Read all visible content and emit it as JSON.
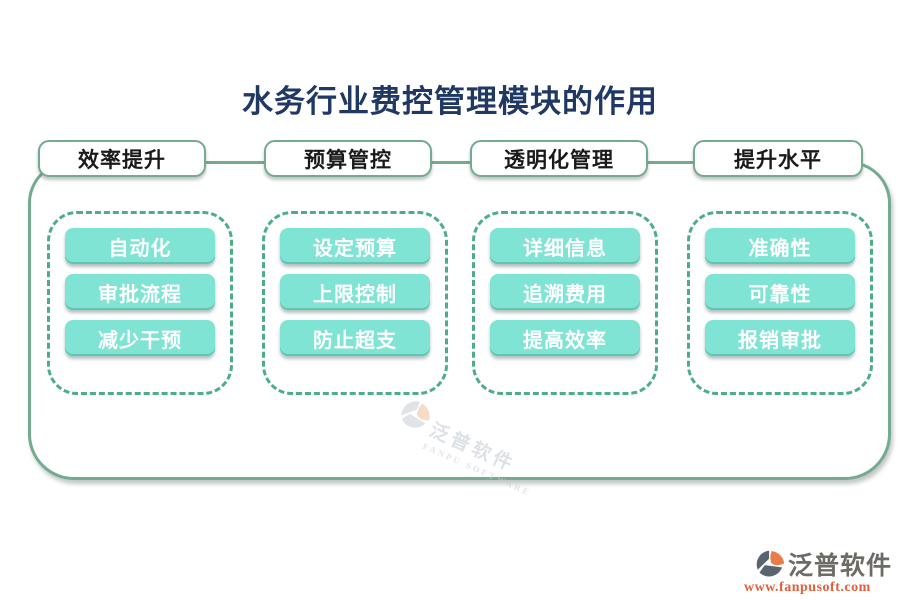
{
  "title": "水务行业费控管理模块的作用",
  "columns": [
    {
      "header": "效率提升",
      "items": [
        "自动化",
        "审批流程",
        "减少干预"
      ]
    },
    {
      "header": "预算管控",
      "items": [
        "设定预算",
        "上限控制",
        "防止超支"
      ]
    },
    {
      "header": "透明化管理",
      "items": [
        "详细信息",
        "追溯费用",
        "提高效率"
      ]
    },
    {
      "header": "提升水平",
      "items": [
        "准确性",
        "可靠性",
        "报销审批"
      ]
    }
  ],
  "watermark": {
    "brand": "泛普软件",
    "brand_en": "FANPU SOFTWARE"
  },
  "footer": {
    "brand": "泛普软件",
    "url": "www.fanpusoft.com"
  },
  "icons": {
    "watermark_logo": "fanpu-logo-icon",
    "footer_logo": "fanpu-logo-icon"
  },
  "colors": {
    "title_text": "#1F3864",
    "frame_border": "#74AB90",
    "dashed_border": "#4BAE86",
    "pill_bg": "#7FE4D3",
    "pill_text": "#FFFFFF",
    "tab_text": "#1A1A1A",
    "footer_brand": "#6E6A66",
    "footer_url": "#E2603C",
    "logo_orange": "#E87D4A",
    "logo_gray": "#5A6470"
  }
}
